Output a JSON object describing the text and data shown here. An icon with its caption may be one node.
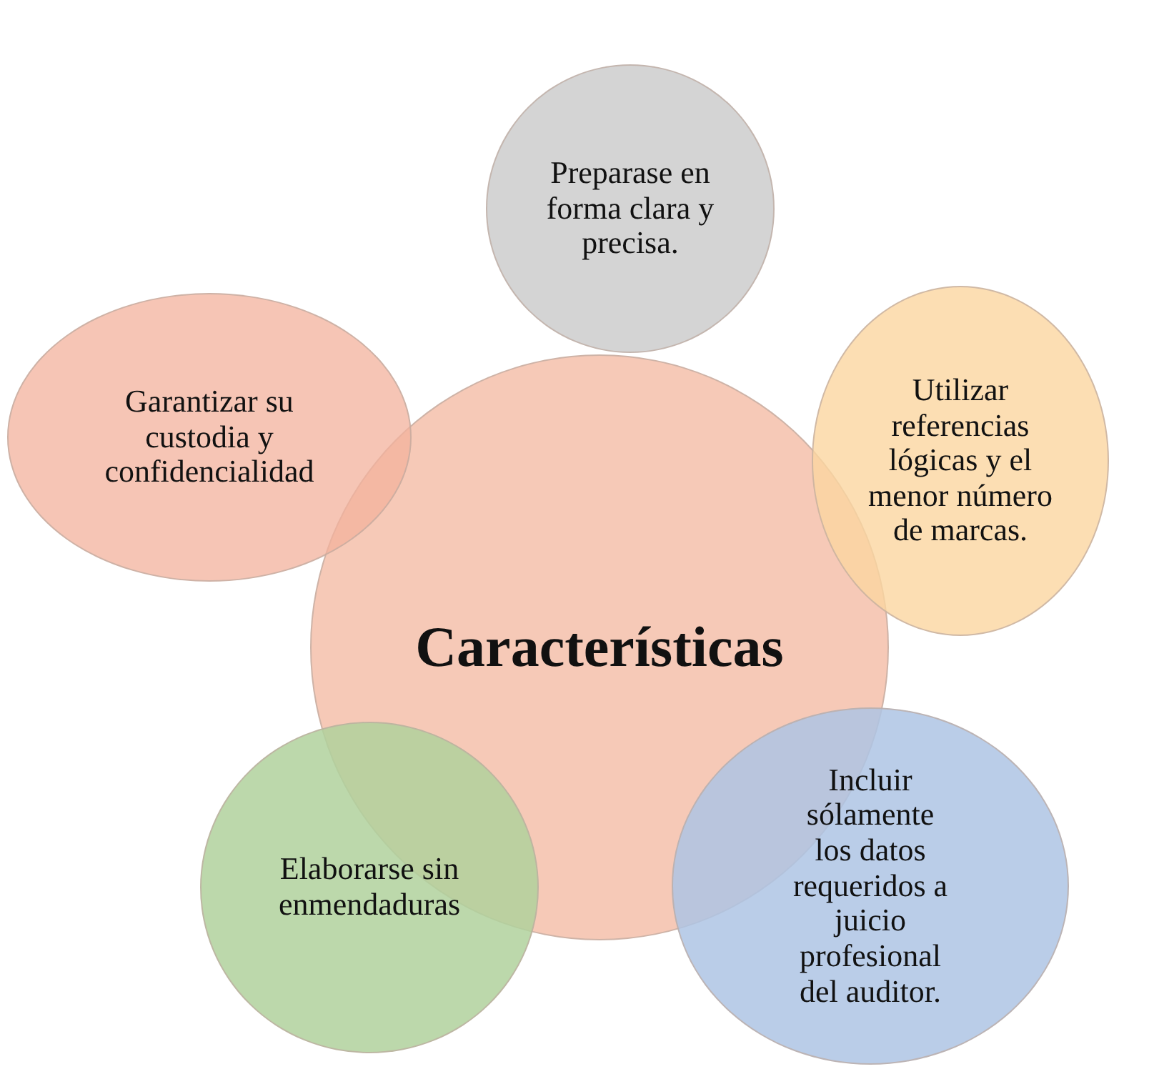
{
  "diagram": {
    "nodes": [
      {
        "text": [
          "Preparase en forma clara y precisa."
        ]
      },
      {
        "text": [
          "Garantizar su custodia y confidencialidad"
        ]
      },
      {
        "text": [
          "Utilizar referencias lógicas y el menor número de marcas."
        ]
      },
      {
        "text": [
          "Características"
        ]
      },
      {
        "text": [
          "Elaborarse sin enmendaduras"
        ]
      },
      {
        "text": [
          "Incluir sólamente los datos requeridos a juicio profesional del auditor."
        ]
      }
    ]
  }
}
